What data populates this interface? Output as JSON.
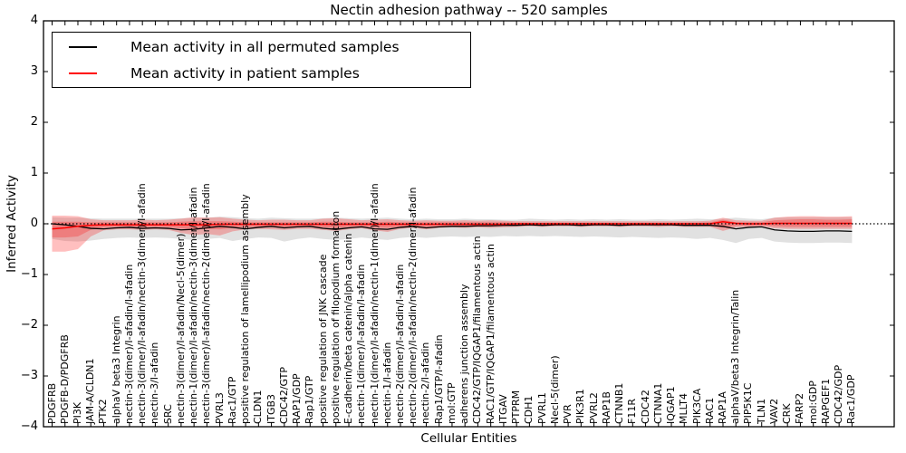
{
  "figure": {
    "background": "#ffffff"
  },
  "legend": {
    "items": [
      {
        "label": "Mean activity in all permuted samples",
        "color": "#000000"
      },
      {
        "label": "Mean activity in patient samples",
        "color": "#ff0000"
      }
    ]
  },
  "chart_data": {
    "type": "line",
    "title": "Nectin adhesion pathway -- 520 samples",
    "xlabel": "Cellular Entities",
    "ylabel": "Inferred Activity",
    "ylim": [
      -4,
      4
    ],
    "ytick_labels": [
      "4",
      "3",
      "2",
      "1",
      "0",
      "−1",
      "−2",
      "−3",
      "−4"
    ],
    "grid": false,
    "legend_position": "upper left",
    "zero_reference_line": {
      "style": "dotted",
      "color": "#000000",
      "y": 0
    },
    "categories": [
      "PDGFRB",
      "PDGFB-D/PDGFRB",
      "PI3K",
      "JAM-A/CLDN1",
      "PTK2",
      "alphaV beta3 Integrin",
      "nectin-3(dimer)/I-afadin/I-afadin",
      "nectin-3(dimer)/I-afadin/nectin-3(dimer)/I-afadin",
      "nectin-3/I-afadin",
      "SRC",
      "nectin-3(dimer)/I-afadin/Necl-5(dimer)",
      "nectin-1(dimer)/I-afadin/nectin-3(dimer/I-afadin",
      "nectin-3(dimer)/I-afadin/nectin-2(dimer)/I-afadin",
      "PVRL3",
      "Rac1/GTP",
      "positive regulation of lamellipodium assembly",
      "CLDN1",
      "ITGB3",
      "CDC42/GTP",
      "RAP1/GDP",
      "Rap1/GTP",
      "positive regulation of JNK cascade",
      "positive regulation of filopodium formation",
      "E-cadherin/beta catenin/alpha catenin",
      "nectin-1(dimer)/I-afadin/I-afadin",
      "nectin-1(dimer)/I-afadin/nectin-1(dimer)/I-afadin",
      "nectin-1/I-afadin",
      "nectin-2(dimer)/I-afadin/I-afadin",
      "nectin-2(dimer)/I-afadin/nectin-2(dimer/I-afadin",
      "nectin-2/I-afadin",
      "Rap1/GTP/I-afadin",
      "mol:GTP",
      "adherens junction assembly",
      "CDC42/GTP/IQGAP1/filamentous actin",
      "RAC1/GTP/IQGAP1/filamentous actin",
      "ITGAV",
      "PTPRM",
      "CDH1",
      "PVRL1",
      "Necl-5(dimer)",
      "PVR",
      "PIK3R1",
      "PVRL2",
      "RAP1B",
      "CTNNB1",
      "F11R",
      "CDC42",
      "CTNNA1",
      "IQGAP1",
      "MLLT4",
      "PIK3CA",
      "RAC1",
      "RAP1A",
      "alphaV/beta3 Integrin/Talin",
      "PIP5K1C",
      "TLN1",
      "VAV2",
      "CRK",
      "FARP2",
      "mol:GDP",
      "RAPGEF1",
      "CDC42/GDP",
      "Rac1/GDP"
    ],
    "series": [
      {
        "name": "Mean activity in all permuted samples",
        "color": "#000000",
        "width": 1.3,
        "values": [
          0.0,
          -0.02,
          -0.05,
          -0.09,
          -0.1,
          -0.08,
          -0.07,
          -0.09,
          -0.08,
          -0.09,
          -0.12,
          -0.11,
          -0.08,
          -0.05,
          -0.07,
          -0.1,
          -0.07,
          -0.05,
          -0.08,
          -0.06,
          -0.05,
          -0.09,
          -0.11,
          -0.08,
          -0.06,
          -0.1,
          -0.11,
          -0.07,
          -0.05,
          -0.08,
          -0.06,
          -0.05,
          -0.05,
          -0.04,
          -0.04,
          -0.03,
          -0.03,
          -0.02,
          -0.03,
          -0.02,
          -0.02,
          -0.03,
          -0.02,
          -0.02,
          -0.03,
          -0.02,
          -0.02,
          -0.02,
          -0.02,
          -0.03,
          -0.03,
          -0.03,
          -0.05,
          -0.1,
          -0.07,
          -0.06,
          -0.12,
          -0.14,
          -0.15,
          -0.15,
          -0.14,
          -0.14,
          -0.15
        ]
      },
      {
        "name": "Mean activity in patient samples",
        "color": "#ff0000",
        "width": 1.5,
        "values": [
          -0.1,
          -0.08,
          -0.05,
          -0.03,
          -0.02,
          -0.02,
          -0.02,
          -0.02,
          -0.02,
          -0.02,
          -0.02,
          -0.02,
          -0.02,
          -0.01,
          -0.01,
          -0.01,
          -0.01,
          -0.01,
          -0.01,
          -0.01,
          -0.01,
          -0.01,
          -0.01,
          -0.01,
          -0.01,
          -0.01,
          -0.01,
          -0.01,
          -0.01,
          -0.01,
          -0.01,
          -0.01,
          -0.01,
          -0.01,
          -0.01,
          -0.01,
          0.0,
          0.0,
          0.0,
          0.0,
          0.0,
          0.0,
          0.0,
          0.0,
          0.0,
          0.0,
          0.0,
          0.0,
          0.0,
          0.0,
          0.0,
          0.0,
          0.04,
          0.01,
          0.0,
          0.0,
          0.01,
          0.01,
          0.01,
          0.01,
          0.01,
          0.01,
          0.01
        ]
      }
    ],
    "bands": [
      {
        "name": "permuted-samples-spread",
        "color": "#aaaaaa",
        "opacity": 0.35,
        "upper": [
          0.13,
          0.12,
          0.12,
          0.11,
          0.1,
          0.1,
          0.1,
          0.1,
          0.1,
          0.1,
          0.11,
          0.12,
          0.12,
          0.14,
          0.13,
          0.11,
          0.1,
          0.12,
          0.11,
          0.1,
          0.1,
          0.11,
          0.12,
          0.11,
          0.1,
          0.11,
          0.12,
          0.1,
          0.09,
          0.1,
          0.09,
          0.09,
          0.1,
          0.09,
          0.09,
          0.08,
          0.08,
          0.1,
          0.09,
          0.08,
          0.09,
          0.08,
          0.09,
          0.08,
          0.09,
          0.08,
          0.08,
          0.09,
          0.08,
          0.09,
          0.1,
          0.09,
          0.1,
          0.12,
          0.1,
          0.09,
          0.12,
          0.13,
          0.13,
          0.13,
          0.13,
          0.13,
          0.13
        ],
        "lower": [
          -0.3,
          -0.34,
          -0.35,
          -0.33,
          -0.3,
          -0.28,
          -0.27,
          -0.28,
          -0.27,
          -0.28,
          -0.3,
          -0.32,
          -0.3,
          -0.28,
          -0.34,
          -0.3,
          -0.27,
          -0.28,
          -0.35,
          -0.3,
          -0.27,
          -0.3,
          -0.32,
          -0.3,
          -0.27,
          -0.3,
          -0.32,
          -0.28,
          -0.26,
          -0.28,
          -0.26,
          -0.25,
          -0.26,
          -0.25,
          -0.26,
          -0.24,
          -0.25,
          -0.24,
          -0.25,
          -0.24,
          -0.25,
          -0.26,
          -0.25,
          -0.26,
          -0.27,
          -0.26,
          -0.27,
          -0.28,
          -0.27,
          -0.28,
          -0.3,
          -0.28,
          -0.32,
          -0.38,
          -0.3,
          -0.28,
          -0.35,
          -0.37,
          -0.38,
          -0.38,
          -0.37,
          -0.37,
          -0.38
        ]
      },
      {
        "name": "patient-samples-spread-outer",
        "color": "#ff0000",
        "opacity": 0.25,
        "upper": [
          0.16,
          0.16,
          0.15,
          0.09,
          0.07,
          0.07,
          0.07,
          0.08,
          0.07,
          0.08,
          0.1,
          0.13,
          0.12,
          0.13,
          0.1,
          0.08,
          0.07,
          0.08,
          0.08,
          0.07,
          0.07,
          0.1,
          0.11,
          0.09,
          0.07,
          0.08,
          0.09,
          0.07,
          0.06,
          0.07,
          0.06,
          0.06,
          0.07,
          0.06,
          0.07,
          0.06,
          0.05,
          0.05,
          0.05,
          0.05,
          0.05,
          0.05,
          0.05,
          0.05,
          0.05,
          0.05,
          0.05,
          0.05,
          0.05,
          0.05,
          0.05,
          0.06,
          0.12,
          0.07,
          0.06,
          0.06,
          0.12,
          0.14,
          0.15,
          0.15,
          0.14,
          0.14,
          0.15
        ],
        "lower": [
          -0.55,
          -0.55,
          -0.5,
          -0.25,
          -0.13,
          -0.11,
          -0.11,
          -0.12,
          -0.11,
          -0.12,
          -0.18,
          -0.22,
          -0.2,
          -0.23,
          -0.15,
          -0.11,
          -0.1,
          -0.11,
          -0.12,
          -0.1,
          -0.1,
          -0.12,
          -0.14,
          -0.11,
          -0.09,
          -0.13,
          -0.16,
          -0.1,
          -0.08,
          -0.11,
          -0.08,
          -0.07,
          -0.08,
          -0.07,
          -0.08,
          -0.07,
          -0.06,
          -0.05,
          -0.06,
          -0.05,
          -0.05,
          -0.06,
          -0.05,
          -0.05,
          -0.06,
          -0.05,
          -0.05,
          -0.06,
          -0.05,
          -0.06,
          -0.06,
          -0.06,
          -0.14,
          -0.07,
          -0.06,
          -0.05,
          -0.09,
          -0.1,
          -0.1,
          -0.1,
          -0.1,
          -0.1,
          -0.1
        ]
      },
      {
        "name": "patient-samples-spread-inner",
        "color": "#ff0000",
        "opacity": 0.25,
        "upper": [
          0.04,
          0.04,
          0.04,
          0.03,
          0.03,
          0.03,
          0.03,
          0.03,
          0.03,
          0.03,
          0.04,
          0.05,
          0.05,
          0.05,
          0.04,
          0.03,
          0.03,
          0.03,
          0.03,
          0.03,
          0.03,
          0.04,
          0.04,
          0.03,
          0.03,
          0.03,
          0.04,
          0.03,
          0.03,
          0.03,
          0.03,
          0.03,
          0.03,
          0.03,
          0.03,
          0.03,
          0.02,
          0.02,
          0.02,
          0.02,
          0.02,
          0.02,
          0.02,
          0.02,
          0.02,
          0.02,
          0.02,
          0.02,
          0.02,
          0.02,
          0.02,
          0.03,
          0.08,
          0.03,
          0.03,
          0.03,
          0.07,
          0.08,
          0.09,
          0.09,
          0.08,
          0.08,
          0.09
        ],
        "lower": [
          -0.27,
          -0.27,
          -0.25,
          -0.12,
          -0.07,
          -0.06,
          -0.06,
          -0.07,
          -0.06,
          -0.07,
          -0.09,
          -0.11,
          -0.1,
          -0.11,
          -0.08,
          -0.06,
          -0.06,
          -0.06,
          -0.07,
          -0.06,
          -0.06,
          -0.07,
          -0.08,
          -0.06,
          -0.05,
          -0.07,
          -0.08,
          -0.06,
          -0.05,
          -0.06,
          -0.05,
          -0.05,
          -0.05,
          -0.05,
          -0.05,
          -0.04,
          -0.04,
          -0.03,
          -0.04,
          -0.03,
          -0.03,
          -0.04,
          -0.03,
          -0.03,
          -0.04,
          -0.03,
          -0.03,
          -0.04,
          -0.03,
          -0.04,
          -0.04,
          -0.04,
          -0.08,
          -0.04,
          -0.04,
          -0.03,
          -0.05,
          -0.06,
          -0.06,
          -0.06,
          -0.06,
          -0.06,
          -0.06
        ]
      }
    ]
  }
}
